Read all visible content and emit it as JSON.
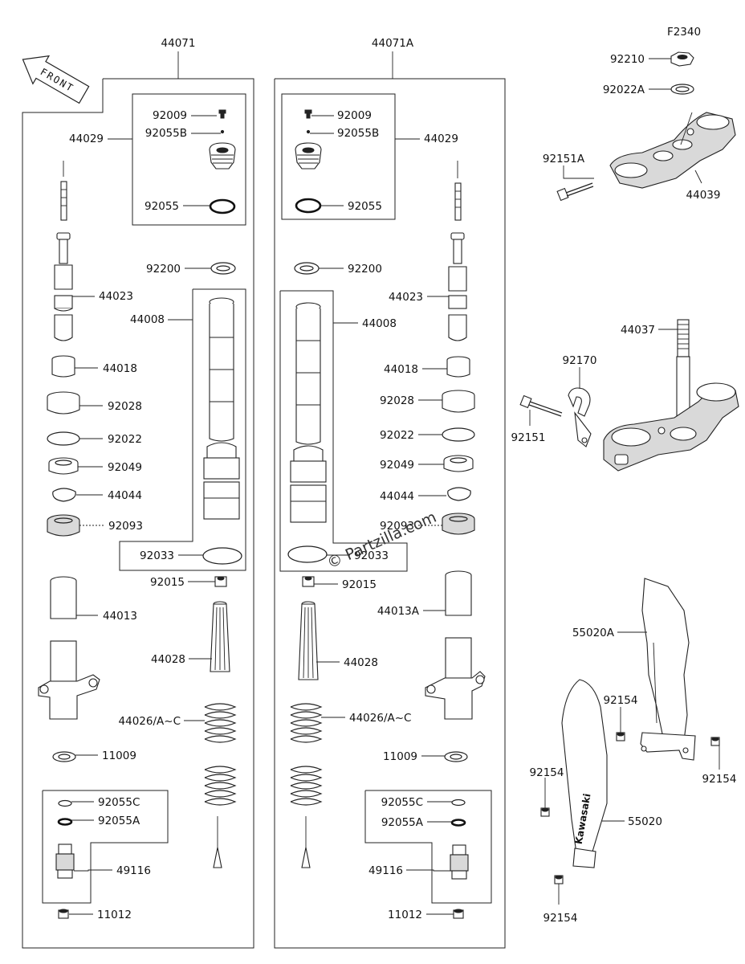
{
  "figure_code": "F2340",
  "front_arrow": "FRONT",
  "watermark": "© Partzilla.com",
  "labels": {
    "left": {
      "assembly": "44071",
      "cap_bolt": "92009",
      "small_oring": "92055B",
      "cap_assy": "44029",
      "cap_oring": "92055",
      "washer": "92200",
      "rod": "44023",
      "inner_tube": "44008",
      "bushing_a": "44018",
      "bushing_b": "92028",
      "washer_b": "92022",
      "oil_seal": "92049",
      "circlip": "44044",
      "dust_seal": "92093",
      "tube_oring": "92033",
      "nut": "92015",
      "outer_tube": "44013",
      "spring_guide": "44028",
      "spring": "44026/A~C",
      "gasket": "11009",
      "oring_c": "92055C",
      "oring_a": "92055A",
      "valve": "49116",
      "drain_bolt": "11012"
    },
    "right": {
      "assembly": "44071A",
      "cap_bolt": "92009",
      "small_oring": "92055B",
      "cap_assy": "44029",
      "cap_oring": "92055",
      "washer": "92200",
      "rod": "44023",
      "inner_tube": "44008",
      "bushing_a": "44018",
      "bushing_b": "92028",
      "washer_b": "92022",
      "oil_seal": "92049",
      "circlip": "44044",
      "dust_seal": "92093",
      "tube_oring": "92033",
      "nut": "92015",
      "outer_tube": "44013A",
      "spring_guide": "44028",
      "spring": "44026/A~C",
      "gasket": "11009",
      "oring_c": "92055C",
      "oring_a": "92055A",
      "valve": "49116",
      "drain_bolt": "11012"
    },
    "side": {
      "stem_nut": "92210",
      "stem_washer": "92022A",
      "clamp_bolt_upper": "92151A",
      "upper_bracket": "44039",
      "stem": "44037",
      "cable_holder": "92170",
      "clamp_bolt_lower": "92151",
      "guard_right": "55020A",
      "bolt_a": "92154",
      "bolt_b": "92154",
      "guard_left": "55020",
      "bolt_c": "92154",
      "bolt_d": "92154"
    }
  },
  "guard_brand": "Kawasaki"
}
